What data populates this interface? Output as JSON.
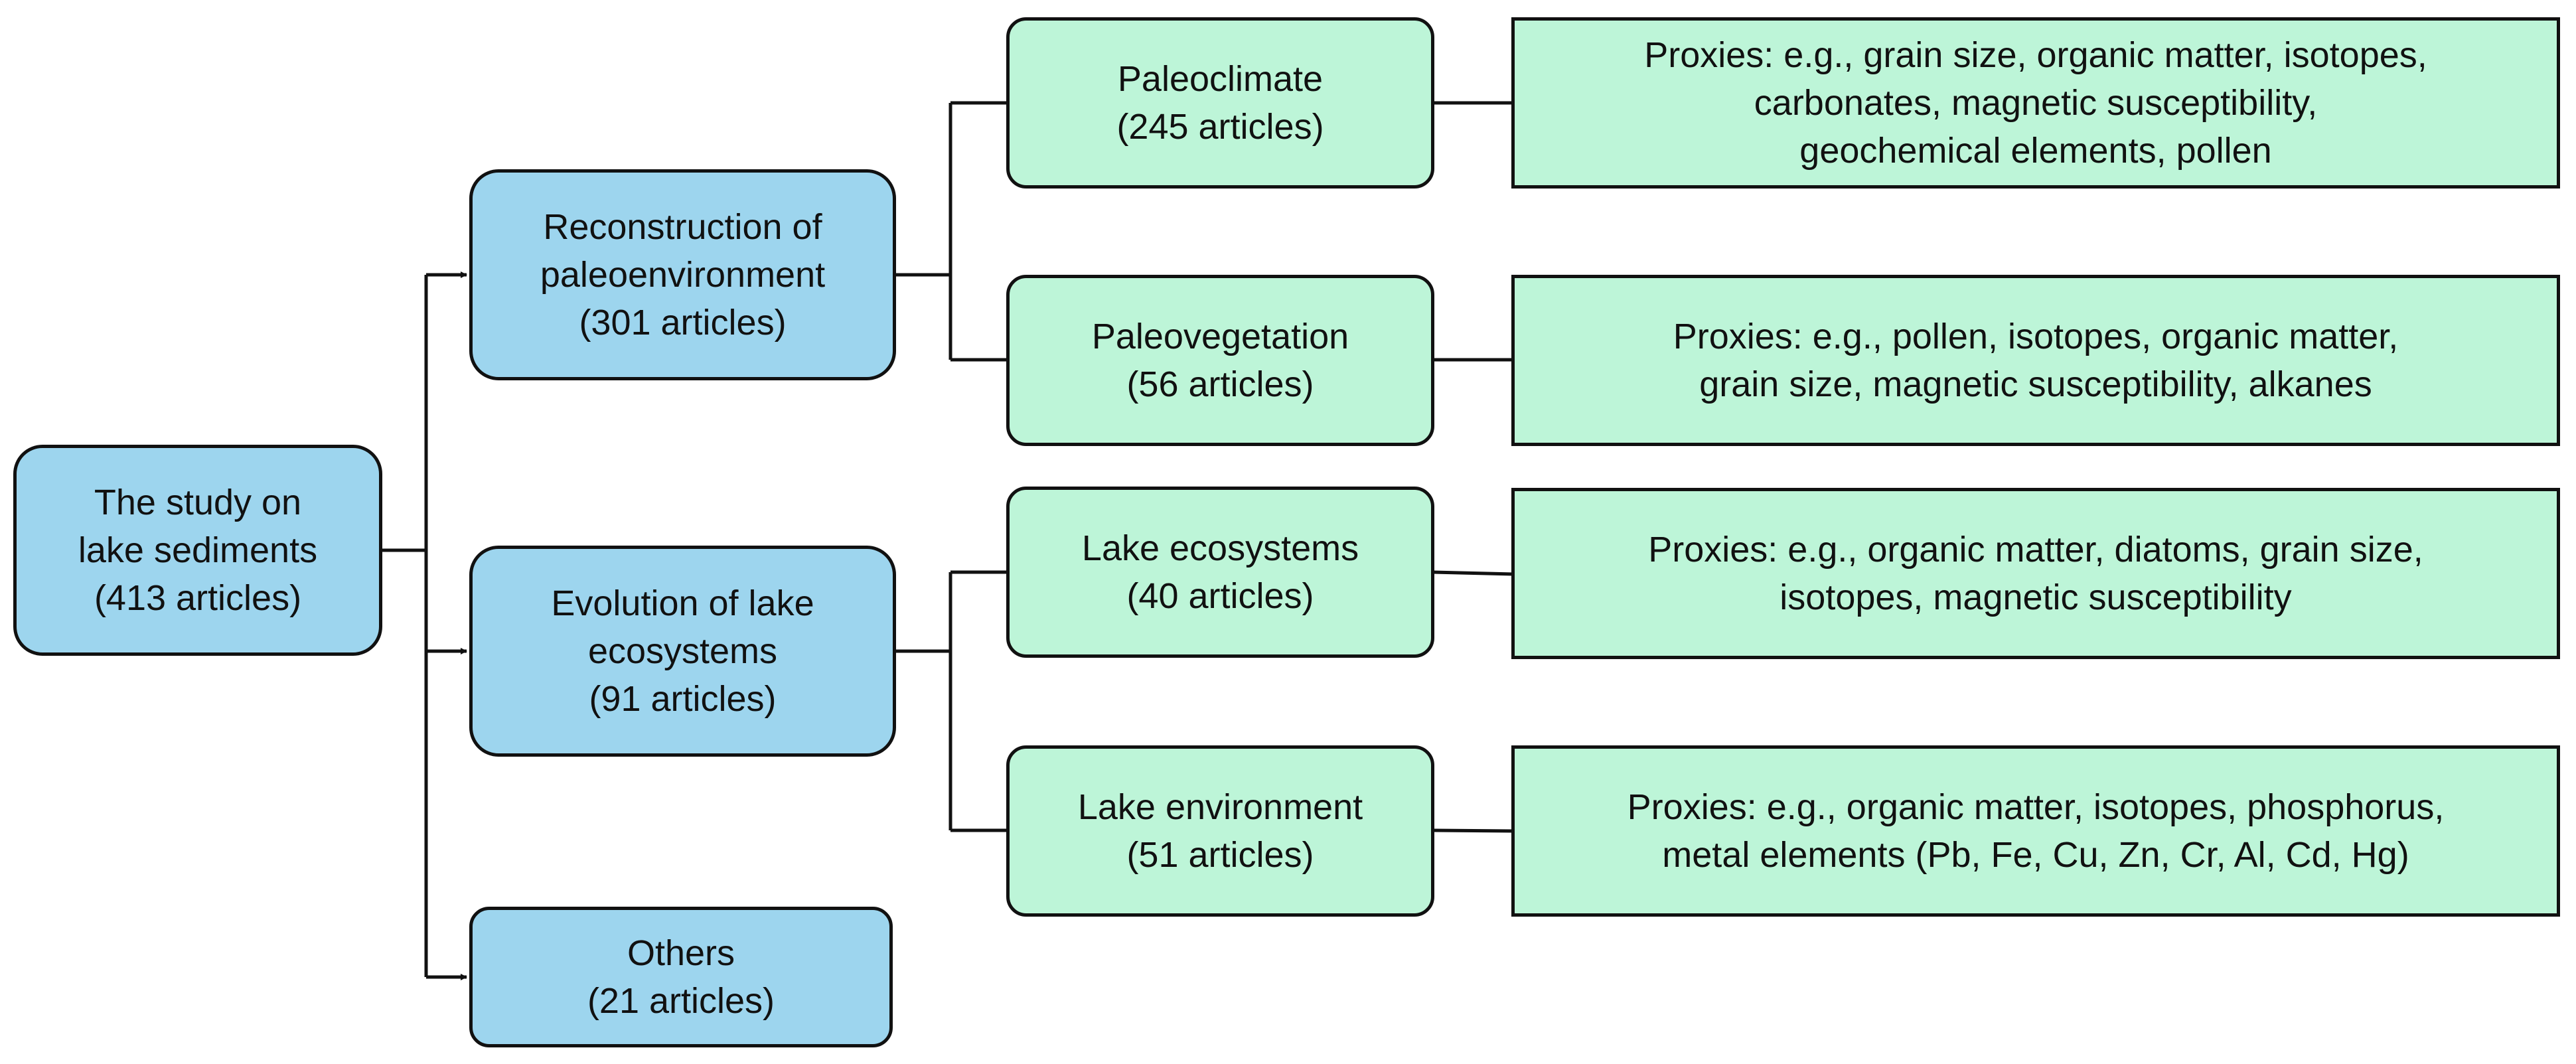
{
  "root": {
    "lines": [
      "The study on",
      "lake sediments",
      "(413 articles)"
    ]
  },
  "categories": [
    {
      "lines": [
        "Reconstruction of",
        "paleoenvironment",
        "(301 articles)"
      ]
    },
    {
      "lines": [
        "Evolution of lake",
        "ecosystems",
        "(91 articles)"
      ]
    },
    {
      "lines": [
        "Others",
        "(21 articles)"
      ]
    }
  ],
  "subcategories": [
    {
      "lines": [
        "Paleoclimate",
        "(245 articles)"
      ]
    },
    {
      "lines": [
        "Paleovegetation",
        "(56 articles)"
      ]
    },
    {
      "lines": [
        "Lake ecosystems",
        "(40 articles)"
      ]
    },
    {
      "lines": [
        "Lake environment",
        "(51 articles)"
      ]
    }
  ],
  "proxies": [
    {
      "lines": [
        "Proxies: e.g., grain size, organic matter, isotopes,",
        "carbonates, magnetic susceptibility,",
        "geochemical elements, pollen"
      ]
    },
    {
      "lines": [
        "Proxies: e.g., pollen, isotopes, organic matter,",
        "grain size, magnetic susceptibility, alkanes"
      ]
    },
    {
      "lines": [
        "Proxies: e.g., organic matter, diatoms, grain size,",
        "isotopes, magnetic susceptibility"
      ]
    },
    {
      "lines": [
        "Proxies: e.g., organic matter, isotopes, phosphorus,",
        "metal elements (Pb, Fe, Cu, Zn, Cr, Al, Cd, Hg)"
      ]
    }
  ],
  "colors": {
    "category_fill": "#9dd5ee",
    "subcategory_fill": "#bdf5d8",
    "stroke": "#111111"
  }
}
